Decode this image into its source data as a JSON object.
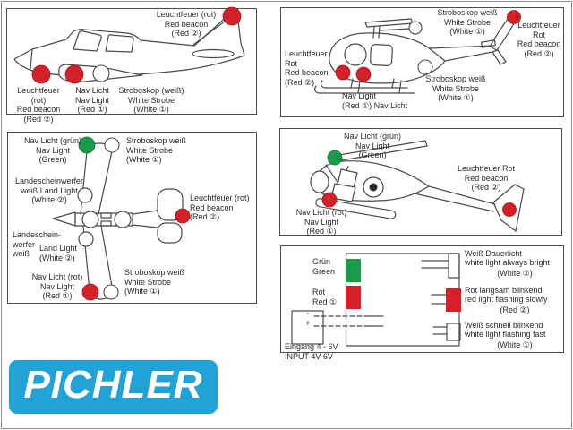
{
  "colors": {
    "red": "#d42127",
    "green": "#1a9b4a",
    "white": "#ffffff",
    "outline": "#4a4a4a",
    "ink": "#2b2b2b",
    "logo_blue": "#21a3d8"
  },
  "logo": {
    "text": "PICHLER"
  },
  "panels": {
    "plane_side": {
      "labels": {
        "tail_beacon": "Leuchtfeuer (rot)\nRed beacon\n(Red ②)",
        "nose_beacon": "Leuchtfeuer (rot)\nRed beacon\n(Red ②)",
        "nav": "Nav Licht\nNav Light\n(Red ①)",
        "strobe": "Stroboskop (weiß)\nWhite Strobe\n(White ①)"
      }
    },
    "heli_side": {
      "labels": {
        "strobe_top": "Stroboskop weiß\nWhite Strobe\n(White ①)",
        "beacon_right": "Leuchtfeuer\nRot\nRed beacon\n(Red ②)",
        "beacon_left": "Leuchtfeuer\nRot\nRed beacon\n(Red ②)",
        "nav": "Nav Light\n(Red ①) Nav Licht",
        "strobe_rear": "Stroboskop weiß\nWhite Strobe\n(White ①)"
      }
    },
    "plane_top": {
      "labels": {
        "nav_green": "Nav Licht (grün)\nNav Light\n(Green)",
        "strobe_top": "Stroboskop weiß\nWhite Strobe\n(White ①)",
        "land_upper": "Landescheinwerfer\nweiß Land Light\n(White ②)",
        "tail_beacon": "Leuchtfeuer (rot)\nRed beacon\n(Red ②)",
        "land_lower_left": "Landeschein-\nwerfer\nweiß",
        "land_lower_right": "Land Light\n(White ②)",
        "nav_red": "Nav Licht (rot)\nNav Light\n(Red ①)",
        "strobe_bottom": "Stroboskop weiß\nWhite Strobe\n(White ①)"
      }
    },
    "heli_top": {
      "labels": {
        "nav_green": "Nav Licht (grün)\nNav Light\n(Green)",
        "beacon": "Leuchtfeuer Rot\nRed beacon\n(Red ②)",
        "nav_red": "Nav Licht (rot)\nNav Light\n(Red ①)"
      }
    },
    "wiring": {
      "labels": {
        "green": "Grün\nGreen",
        "red": "Rot\nRed ①",
        "input": "Eingang 4 - 6V\nINPUT 4V-6V",
        "minus": "-",
        "plus": "+",
        "out_white_steady": {
          "line1": "Weiß Dauerlicht",
          "line2": "white light always bright",
          "code": "(White ②)"
        },
        "out_red_slow": {
          "line1": "Rot langsam blinkend",
          "line2": "red light flashing slowly",
          "code": "(Red ②)"
        },
        "out_white_fast": {
          "line1": "Weiß schnell blinkend",
          "line2": "white light flashing fast",
          "code": "(White ①)"
        }
      }
    }
  }
}
